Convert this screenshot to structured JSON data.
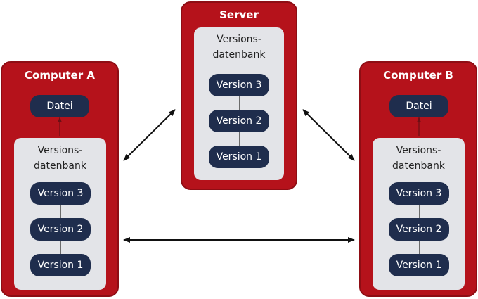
{
  "diagram": {
    "server": {
      "title": "Server",
      "database_label_line1": "Versions-",
      "database_label_line2": "datenbank",
      "versions": [
        "Version 3",
        "Version 2",
        "Version 1"
      ]
    },
    "computer_a": {
      "title": "Computer A",
      "file_label": "Datei",
      "database_label_line1": "Versions-",
      "database_label_line2": "datenbank",
      "versions": [
        "Version 3",
        "Version 2",
        "Version 1"
      ]
    },
    "computer_b": {
      "title": "Computer B",
      "file_label": "Datei",
      "database_label_line1": "Versions-",
      "database_label_line2": "datenbank",
      "versions": [
        "Version 3",
        "Version 2",
        "Version 1"
      ]
    }
  },
  "colors": {
    "container": "#b5121b",
    "database": "#e3e4e8",
    "version_pill": "#1f2d4d",
    "arrow": "#111111"
  }
}
